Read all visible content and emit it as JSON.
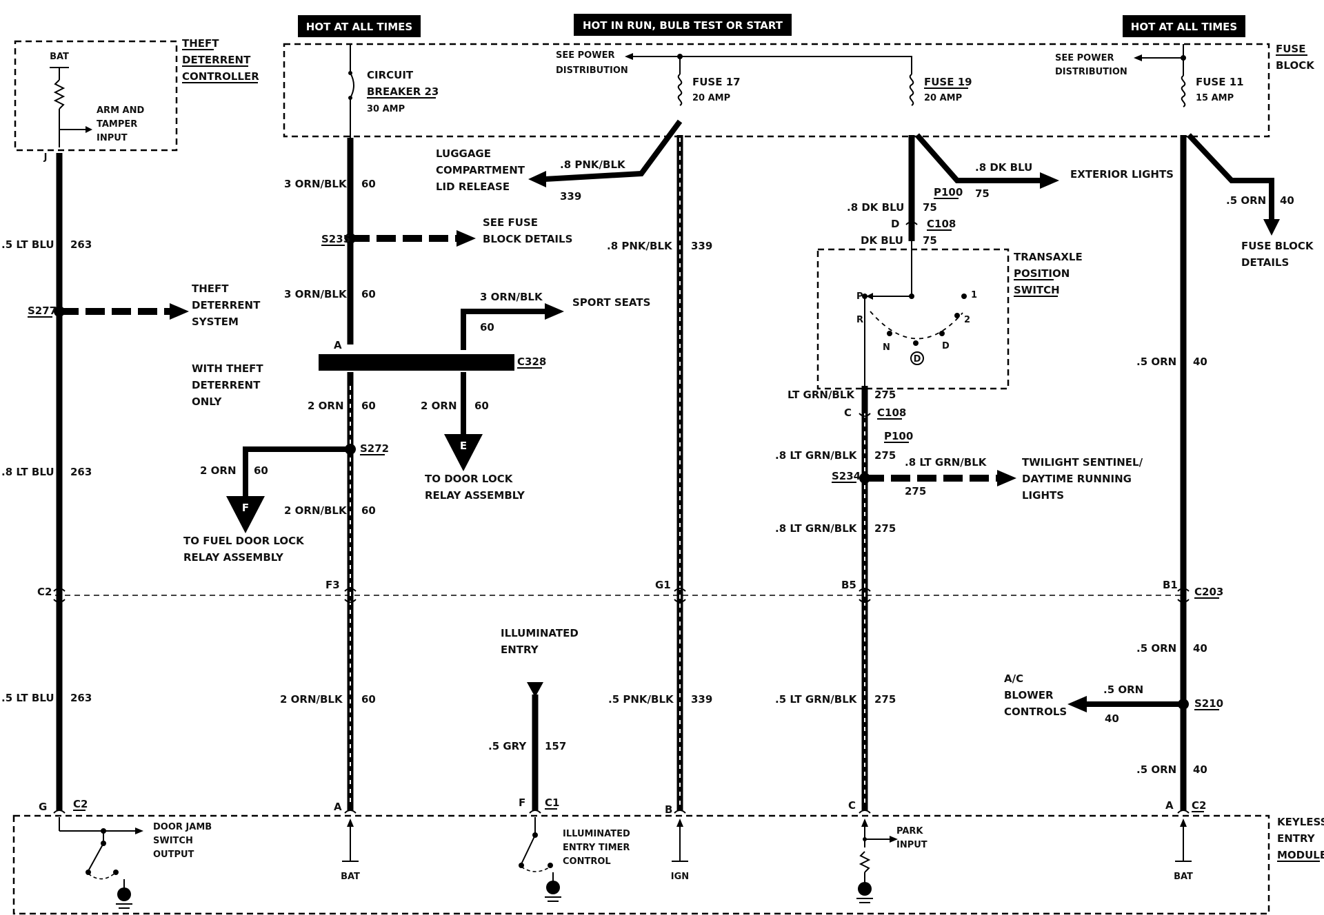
{
  "headers": {
    "hot_left": "HOT AT ALL TIMES",
    "hot_center": "HOT IN RUN, BULB TEST OR START",
    "hot_right": "HOT AT ALL TIMES"
  },
  "blocks": {
    "theft_controller": [
      "THEFT",
      "DETERRENT",
      "CONTROLLER"
    ],
    "fuse_block": [
      "FUSE",
      "BLOCK"
    ],
    "keyless_entry": [
      "KEYLESS",
      "ENTRY",
      "MODULE"
    ],
    "transaxle": [
      "TRANSAXLE",
      "POSITION",
      "SWITCH"
    ]
  },
  "controller": {
    "bat": "BAT",
    "arm_input": [
      "ARM AND",
      "TAMPER",
      "INPUT"
    ],
    "pin_j": "J"
  },
  "fuses": {
    "cb23": [
      "CIRCUIT",
      "BREAKER 23",
      "30 AMP"
    ],
    "f17": [
      "FUSE 17",
      "20 AMP"
    ],
    "f19": [
      "FUSE 19",
      "20 AMP"
    ],
    "f11": [
      "FUSE 11",
      "15 AMP"
    ],
    "see_power_1": [
      "SEE POWER",
      "DISTRIBUTION"
    ],
    "see_power_2": [
      "SEE POWER",
      "DISTRIBUTION"
    ]
  },
  "wire_labels": {
    "w263_top": ".5 LT BLU",
    "n263_top": "263",
    "w263_mid": ".8 LT BLU",
    "n263_mid": "263",
    "w263_bot": ".5 LT BLU",
    "n263_bot": "263",
    "w60_a": "3 ORN/BLK",
    "n60_a": "60",
    "w60_b": "3 ORN/BLK",
    "n60_b": "60",
    "w60_c": "3 ORN/BLK",
    "n60_c": "60",
    "w60_d": "2 ORN",
    "n60_d": "60",
    "w60_e": "2 ORN",
    "n60_e": "60",
    "w60_f": "2 ORN",
    "n60_f": "60",
    "w60_g": "2 ORN/BLK",
    "n60_g": "60",
    "w60_h": "2 ORN/BLK",
    "n60_h": "60",
    "w339_a": ".8 PNK/BLK",
    "n339_a": "339",
    "w339_b": ".8 PNK/BLK",
    "n339_b": "339",
    "w339_c": ".5 PNK/BLK",
    "n339_c": "339",
    "w75_a": ".8 DK BLU",
    "n75_a": "75",
    "w75_b": ".8 DK BLU",
    "n75_b": "75",
    "w75_c": "DK BLU",
    "n75_c": "75",
    "w275_a": "LT GRN/BLK",
    "n275_a": "275",
    "w275_b": ".8 LT GRN/BLK",
    "n275_b": "275",
    "w275_c": ".8 LT GRN/BLK",
    "n275_c": "275",
    "w275_d": ".8 LT GRN/BLK",
    "n275_d": "275",
    "w275_e": ".5 LT GRN/BLK",
    "n275_e": "275",
    "w40_a": ".5 ORN",
    "n40_a": "40",
    "w40_b": ".5 ORN",
    "n40_b": "40",
    "w40_c": ".5 ORN",
    "n40_c": "40",
    "w40_d": ".5 ORN",
    "n40_d": "40",
    "w40_e": ".5 ORN",
    "n40_e": "40",
    "w157": ".5 GRY",
    "n157": "157"
  },
  "destinations": {
    "luggage": [
      "LUGGAGE",
      "COMPARTMENT",
      "LID RELEASE"
    ],
    "see_fuse_block": [
      "SEE FUSE",
      "BLOCK DETAILS"
    ],
    "theft_system": [
      "THEFT",
      "DETERRENT",
      "SYSTEM"
    ],
    "sport_seats": "SPORT SEATS",
    "with_theft": [
      "WITH THEFT",
      "DETERRENT",
      "ONLY"
    ],
    "door_lock": [
      "TO DOOR LOCK",
      "RELAY ASSEMBLY"
    ],
    "fuel_door": [
      "TO FUEL DOOR LOCK",
      "RELAY ASSEMBLY"
    ],
    "exterior": "EXTERIOR LIGHTS",
    "fuse_block_details": [
      "FUSE BLOCK",
      "DETAILS"
    ],
    "twilight": [
      "TWILIGHT SENTINEL/",
      "DAYTIME RUNNING",
      "LIGHTS"
    ],
    "ac_blower": [
      "A/C",
      "BLOWER",
      "CONTROLS"
    ],
    "illuminated": [
      "ILLUMINATED",
      "ENTRY"
    ],
    "arrow_e": "E",
    "arrow_f": "F"
  },
  "splices": {
    "s235": "S235",
    "s277": "S277",
    "s272": "S272",
    "s234": "S234",
    "s210": "S210"
  },
  "connectors": {
    "c328": "C328",
    "c108a": "C108",
    "c108b": "C108",
    "p100a": "P100",
    "p100b": "P100",
    "c203": "C203",
    "c2_left": "C2",
    "f3": "F3",
    "g1": "G1",
    "b5": "B5",
    "b1": "B1",
    "pin_a_c328": "A",
    "pin_d": "D",
    "pin_c": "C"
  },
  "transaxle_positions": {
    "p": "P",
    "r": "R",
    "n": "N",
    "d": "D",
    "d_circle": "D",
    "two": "2",
    "one": "1"
  },
  "module": {
    "pin_g": "G",
    "c2_g": "C2",
    "pin_a1": "A",
    "pin_f": "F",
    "c1": "C1",
    "pin_b": "B",
    "pin_c": "C",
    "pin_a2": "A",
    "c2_a": "C2",
    "door_jamb": [
      "DOOR JAMB",
      "SWITCH",
      "OUTPUT"
    ],
    "illum_timer": [
      "ILLUMINATED",
      "ENTRY TIMER",
      "CONTROL"
    ],
    "park_input": [
      "PARK",
      "INPUT"
    ],
    "bat1": "BAT",
    "ign": "IGN",
    "bat2": "BAT"
  }
}
